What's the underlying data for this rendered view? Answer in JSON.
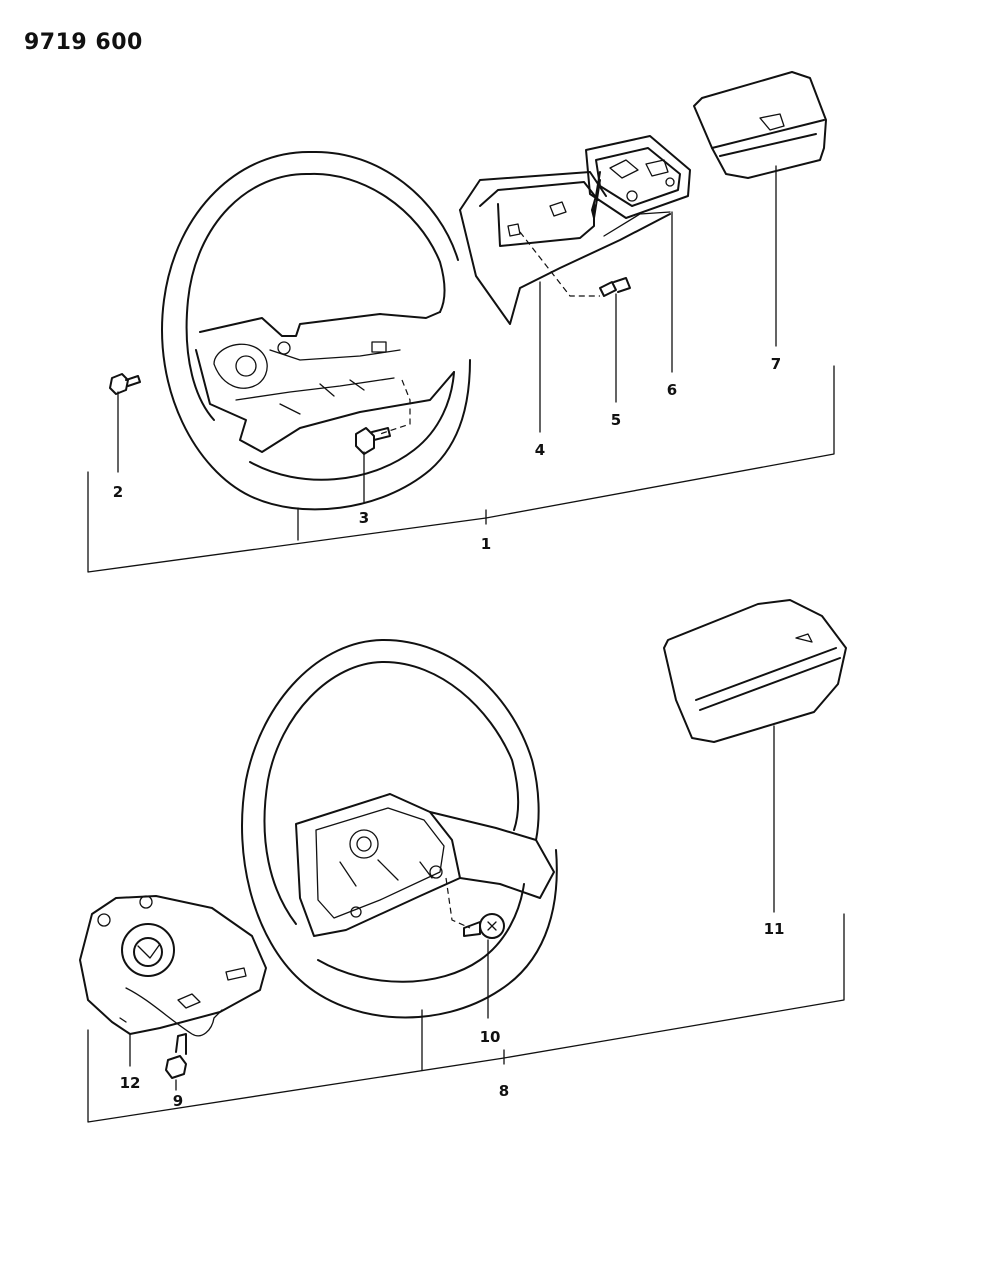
{
  "header": {
    "part_number": "9719 600"
  },
  "callouts": {
    "c1": "1",
    "c2": "2",
    "c3": "3",
    "c4": "4",
    "c5": "5",
    "c6": "6",
    "c7": "7",
    "c8": "8",
    "c9": "9",
    "c10": "10",
    "c11": "11",
    "c12": "12"
  }
}
